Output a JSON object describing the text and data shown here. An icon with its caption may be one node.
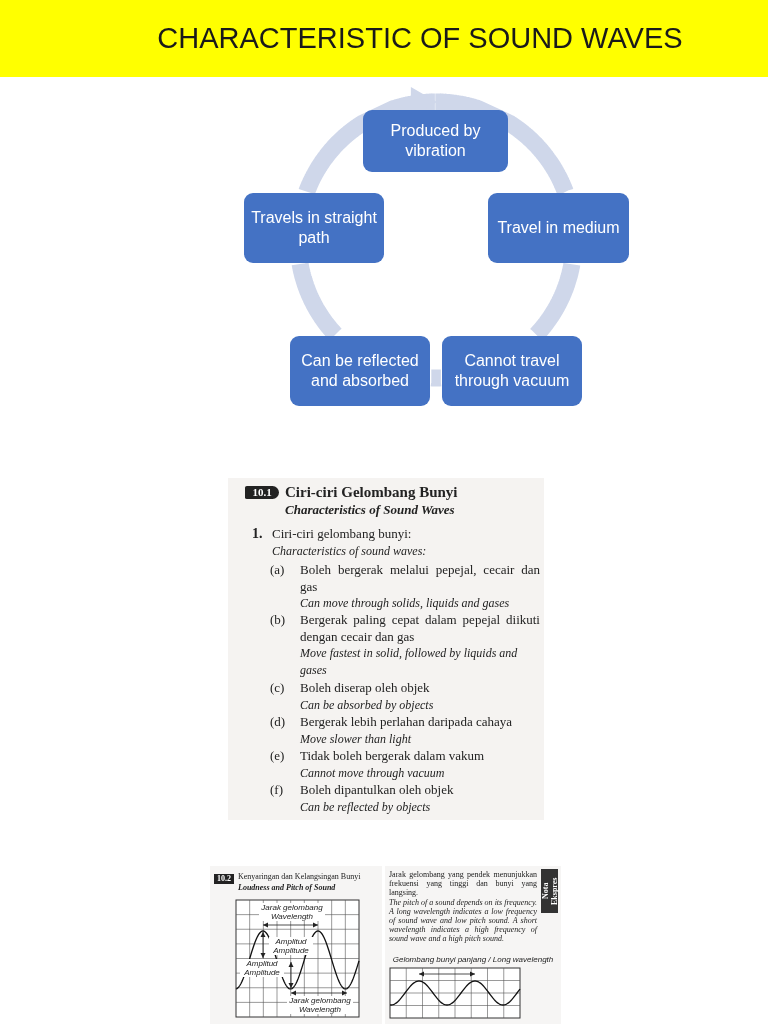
{
  "diagram": {
    "title": "CHARACTERISTIC OF SOUND WAVES",
    "nodes": [
      {
        "text": [
          "Produced by vibration"
        ]
      },
      {
        "text": [
          "Travel in medium"
        ]
      },
      {
        "text": [
          "Cannot travel through vacuum"
        ]
      },
      {
        "text": [
          "Can be reflected and absorbed"
        ]
      },
      {
        "text": [
          "Travels in straight path"
        ]
      }
    ],
    "edges": [
      {
        "from": 0,
        "to": 1,
        "arrow": "none"
      },
      {
        "from": 1,
        "to": 2,
        "arrow": "none"
      },
      {
        "from": 2,
        "to": 3,
        "arrow": "none"
      },
      {
        "from": 3,
        "to": 4,
        "arrow": "none"
      },
      {
        "from": 4,
        "to": 0,
        "arrow": "to"
      }
    ],
    "labels": [
      "10.1",
      "Ciri-ciri Gelombang Bunyi",
      "Characteristics of Sound Waves",
      "1.",
      "Ciri-ciri gelombang bunyi:",
      "Characteristics of sound waves:",
      "(a)",
      "Boleh bergerak melalui pepejal, cecair dan gas",
      "Can move through solids, liquids and gases",
      "(b)",
      "Bergerak paling cepat dalam pepejal diikuti dengan cecair dan gas",
      "Move fastest in solid, followed by liquids and gases",
      "(c)",
      "Boleh diserap oleh objek",
      "Can be absorbed by objects",
      "(d)",
      "Bergerak lebih perlahan daripada cahaya",
      "Move slower than light",
      "(e)",
      "Tidak boleh bergerak dalam vakum",
      "Cannot move through vacuum",
      "(f)",
      "Boleh dipantulkan oleh objek",
      "Can be reflected by objects",
      "10.2",
      "Kenyaringan dan Kelangsingan Bunyi",
      "Loudness and Pitch of Sound",
      "Jarak gelombang Wavelength",
      "Amplitud Amplitude",
      "Amplitud Amplitude",
      "Jarak gelombang Wavelength",
      "Jarak gelombang yang pendek menunjukkan frekuensi yang tinggi dan bunyi yang langsing.",
      "The pitch of a sound depends on its frequency. A long wavelength indicates a low frequency of sound wave and low pitch sound. A short wavelength indicates a high frequency of sound wave and a high pitch sound.",
      "Nota Ekspres",
      "Gelombang bunyi panjang / Long wavelength"
    ]
  }
}
